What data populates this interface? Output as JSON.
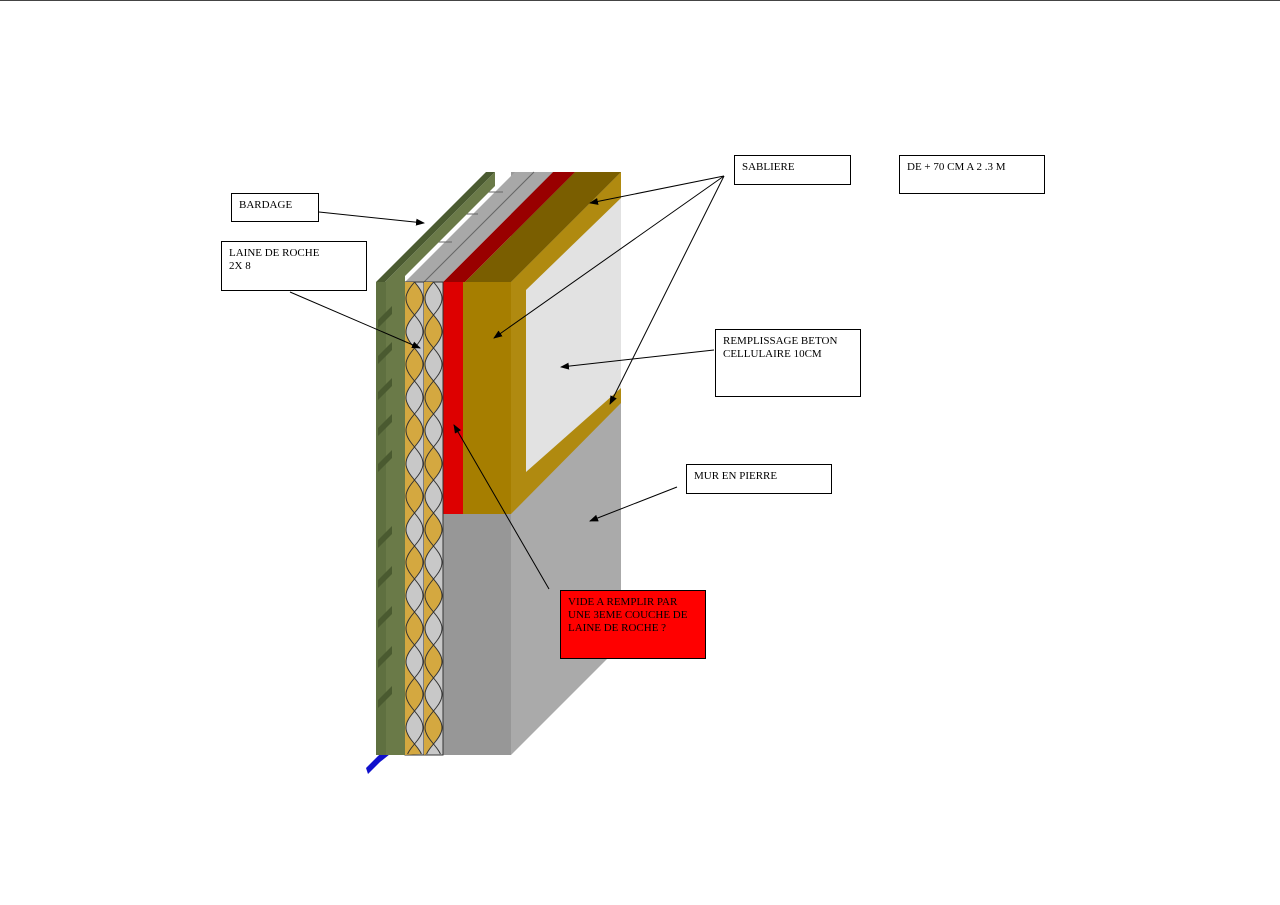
{
  "labels": {
    "bardage": "BARDAGE",
    "laine_de_roche": "LAINE DE ROCHE\n2X 8",
    "sabliere": "SABLIERE",
    "hauteur": "DE + 70 CM  A  2 .3 M",
    "remplissage": "REMPLISSAGE BETON\nCELLULAIRE 10CM",
    "mur_en_pierre": "MUR EN PIERRE",
    "vide": "VIDE A REMPLIR PAR\nUNE 3EME COUCHE DE\nLAINE DE ROCHE ?"
  },
  "colors": {
    "bardage": "#5f7040",
    "bardage_dark": "#4a5a30",
    "laine": "#d4a840",
    "vide": "#dd0000",
    "sabliere": "#b08a10",
    "sabliere_top": "#7a5e00",
    "beton": "#e2e2e2",
    "pierre_front": "#979797",
    "pierre_side": "#aaaaaa",
    "pierre_top": "#9a9a9a",
    "blue": "#1010cc",
    "alert": "#ff0000"
  }
}
